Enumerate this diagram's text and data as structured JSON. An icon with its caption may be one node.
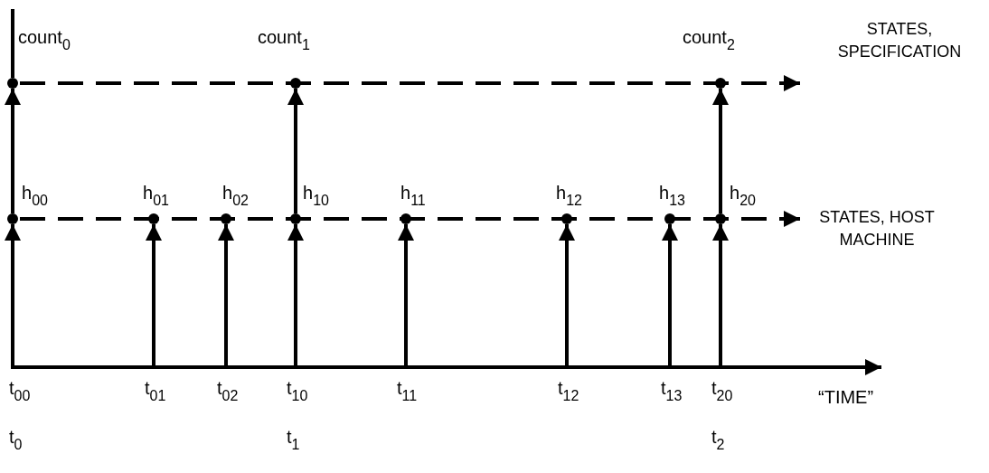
{
  "diagram": {
    "nodes": [
      {
        "text": [],
        "shape": "circle",
        "beside": [
          "count$_{0}$"
        ]
      },
      {
        "text": [],
        "shape": "circle",
        "beside": [
          "count$_{1}$"
        ]
      },
      {
        "text": [],
        "shape": "circle",
        "beside": [
          "count$_{2}$"
        ]
      },
      {
        "text": [],
        "shape": "circle",
        "beside": [
          "h$_{00}$"
        ]
      },
      {
        "text": [],
        "shape": "circle",
        "beside": [
          "h$_{01}$"
        ]
      },
      {
        "text": [],
        "shape": "circle",
        "beside": [
          "h$_{02}$"
        ]
      },
      {
        "text": [],
        "shape": "circle",
        "beside": [
          "h$_{10}$"
        ]
      },
      {
        "text": [],
        "shape": "circle",
        "beside": [
          "h$_{11}$"
        ]
      },
      {
        "text": [],
        "shape": "circle",
        "beside": [
          "h$_{12}$"
        ]
      },
      {
        "text": [],
        "shape": "circle",
        "beside": [
          "h$_{13}$"
        ]
      },
      {
        "text": [],
        "shape": "circle",
        "beside": [
          "h$_{20}$"
        ]
      },
      {
        "text": [],
        "shape": "bar"
      }
    ],
    "edges": [
      {
        "from": 11,
        "to": 3,
        "arrow": "to"
      },
      {
        "from": 11,
        "to": 4,
        "arrow": "to"
      },
      {
        "from": 11,
        "to": 5,
        "arrow": "to"
      },
      {
        "from": 11,
        "to": 6,
        "arrow": "to"
      },
      {
        "from": 11,
        "to": 7,
        "arrow": "to"
      },
      {
        "from": 11,
        "to": 8,
        "arrow": "to"
      },
      {
        "from": 11,
        "to": 9,
        "arrow": "to"
      },
      {
        "from": 11,
        "to": 10,
        "arrow": "to"
      },
      {
        "from": 3,
        "to": 0,
        "arrow": "to"
      },
      {
        "from": 6,
        "to": 1,
        "arrow": "to"
      },
      {
        "from": 10,
        "to": 2,
        "arrow": "to"
      }
    ],
    "labels": [
      "STATES, SPECIFICATION",
      "STATES, HOST MACHINE",
      "t$_{00}$",
      "t$_{01}$",
      "t$_{02}$",
      "t$_{10}$",
      "t$_{11}$",
      "t$_{12}$",
      "t$_{13}$",
      "t$_{20}$",
      "“TIME”",
      "t$_{0}$",
      "t$_{1}$",
      "t$_{2}$"
    ]
  }
}
